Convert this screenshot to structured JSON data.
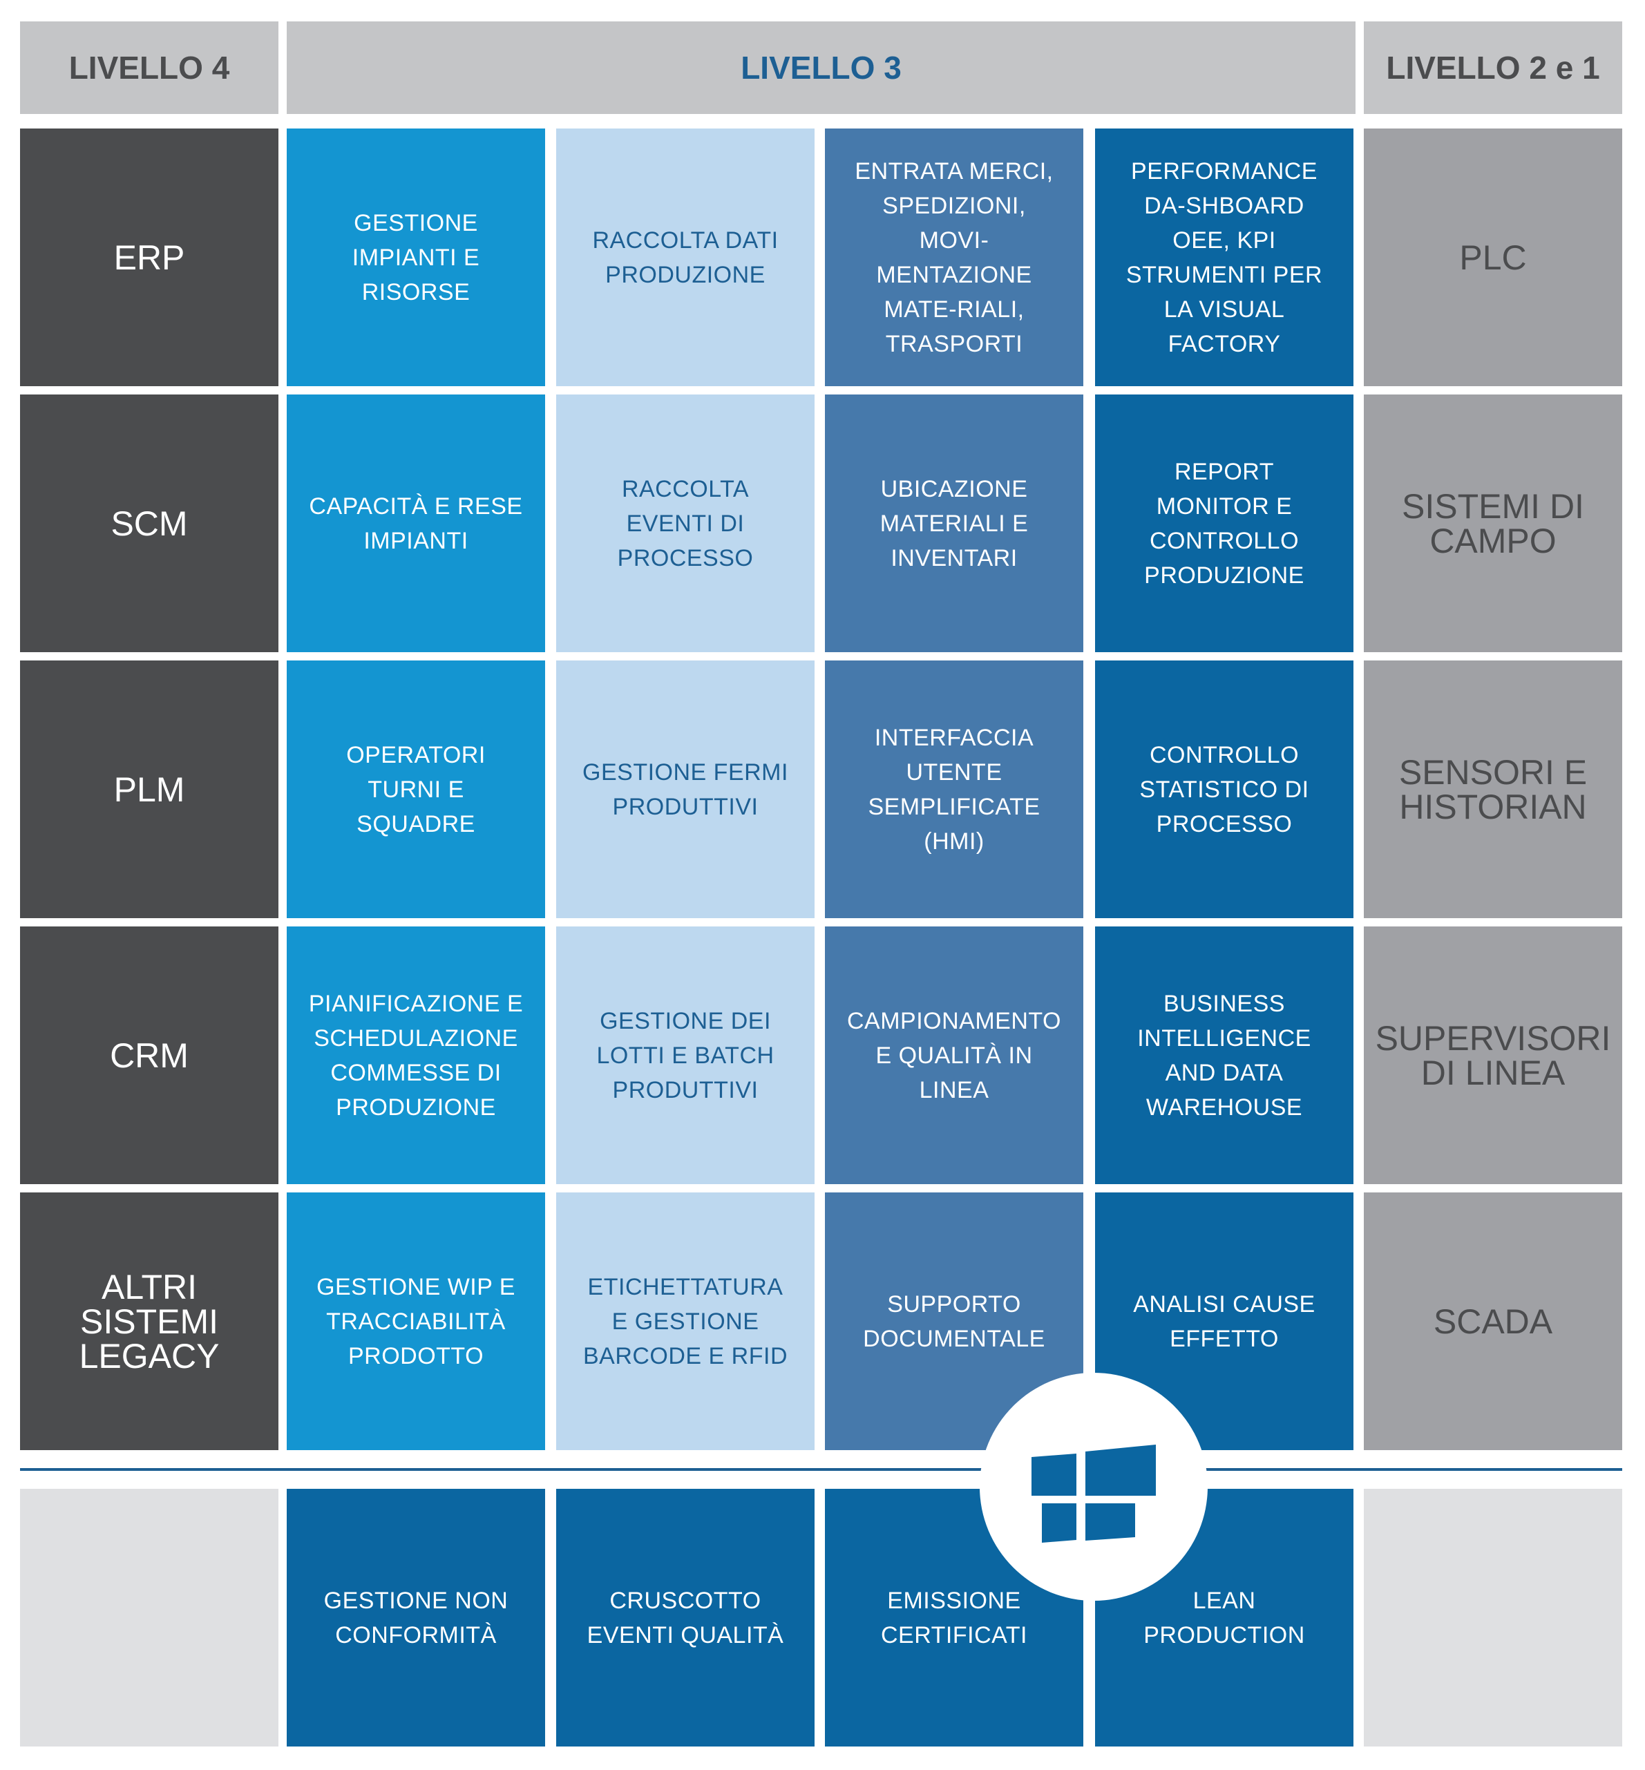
{
  "header": {
    "level4": "LIVELLO 4",
    "level3": "LIVELLO 3",
    "level21": "LIVELLO 2 e 1"
  },
  "level4_items": [
    "ERP",
    "SCM",
    "PLM",
    "CRM",
    "ALTRI SISTEMI LEGACY"
  ],
  "level3_grid": [
    [
      "GESTIONE IMPIANTI E RISORSE",
      "RACCOLTA DATI PRODUZIONE",
      "ENTRATA MERCI, SPEDIZIONI, MOVI-MENTAZIONE MATE-RIALI, TRASPORTI",
      "PERFORMANCE DA-SHBOARD OEE, KPI STRUMENTI PER LA VISUAL FACTORY"
    ],
    [
      "CAPACITÀ E RESE IMPIANTI",
      "RACCOLTA EVENTI DI PROCESSO",
      "UBICAZIONE MATERIALI E INVENTARI",
      "REPORT MONITOR E CONTROLLO PRODUZIONE"
    ],
    [
      "OPERATORI TURNI E SQUADRE",
      "GESTIONE FERMI PRODUTTIVI",
      "INTERFACCIA UTENTE SEMPLIFICATE (HMI)",
      "CONTROLLO STATISTICO DI PROCESSO"
    ],
    [
      "PIANIFICAZIONE E SCHEDULAZIONE COMMESSE DI PRODUZIONE",
      "GESTIONE DEI LOTTI E BATCH PRODUTTIVI",
      "CAMPIONAMENTO E QUALITÀ IN LINEA",
      "BUSINESS INTELLIGENCE AND DATA WAREHOUSE"
    ],
    [
      "GESTIONE WIP E TRACCIABILITÀ PRODOTTO",
      "ETICHETTATURA E GESTIONE BARCODE E RFID",
      "SUPPORTO DOCUMENTALE",
      "ANALISI CAUSE EFFETTO"
    ]
  ],
  "level21_items": [
    "PLC",
    "SISTEMI DI CAMPO",
    "SENSORI E HISTORIAN",
    "SUPERVISORI DI LINEA",
    "SCADA"
  ],
  "bottom_row": [
    "GESTIONE NON CONFORMITÀ",
    "CRUSCOTTO EVENTI QUALITÀ",
    "EMISSIONE CERTIFICATI",
    "LEAN PRODUCTION"
  ],
  "logo_icon": "windows-logo-icon",
  "colors": {
    "header_bg": "#c4c5c7",
    "level4_bg": "#4b4c4e",
    "level21_bg": "#a0a1a5",
    "col1_bg": "#1495d1",
    "col2_bg": "#bdd8ef",
    "col3_bg": "#4679ab",
    "col4_bg": "#0b66a1",
    "accent": "#1d5f93"
  }
}
